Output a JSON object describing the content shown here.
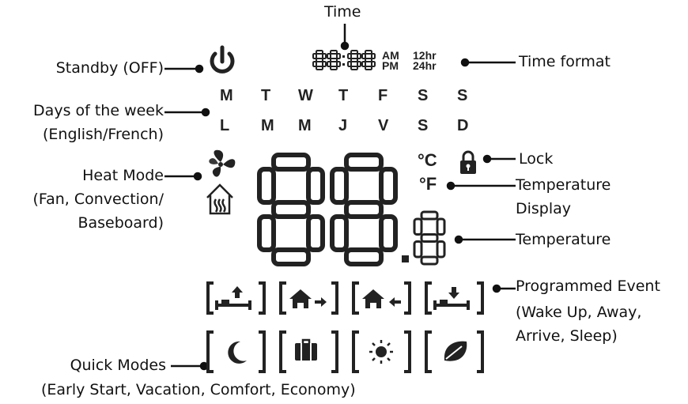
{
  "labels": {
    "time": "Time",
    "standby": "Standby (OFF)",
    "time_format": "Time format",
    "days_title": "Days of the week",
    "days_sub": "(English/French)",
    "heat_mode_1": "Heat Mode",
    "heat_mode_2": "(Fan, Convection/",
    "heat_mode_3": "Baseboard)",
    "lock": "Lock",
    "temp_display_1": "Temperature",
    "temp_display_2": "Display",
    "temperature": "Temperature",
    "prog_event_1": "Programmed Event",
    "prog_event_2": "(Wake Up, Away,",
    "prog_event_3": "Arrive, Sleep)",
    "quick_modes_1": "Quick Modes",
    "quick_modes_2": "(Early Start, Vacation, Comfort, Economy)"
  },
  "display": {
    "clock": "88:88",
    "am": "AM",
    "pm": "PM",
    "hr12": "12hr",
    "hr24": "24hr",
    "celsius": "°C",
    "fahrenheit": "°F",
    "days_en": [
      "M",
      "T",
      "W",
      "T",
      "F",
      "S",
      "S"
    ],
    "days_fr": [
      "L",
      "M",
      "M",
      "J",
      "V",
      "S",
      "D"
    ]
  },
  "icons": {
    "standby": "power-icon",
    "fan": "fan-icon",
    "convection": "house-heat-icon",
    "lock": "lock-icon",
    "events": [
      "wake-up-icon",
      "away-icon",
      "arrive-icon",
      "sleep-icon"
    ],
    "quick_modes": [
      "early-start-moon-icon",
      "vacation-suitcase-icon",
      "comfort-sun-icon",
      "economy-leaf-icon"
    ]
  },
  "colors": {
    "segment": "#222222",
    "text": "#111111",
    "background": "#ffffff"
  }
}
